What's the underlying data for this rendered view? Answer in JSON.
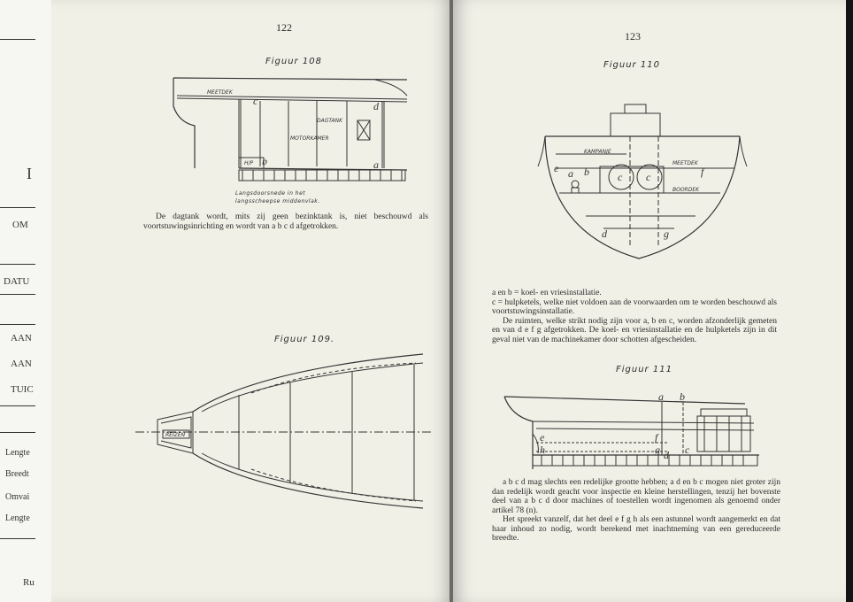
{
  "underlying_page": {
    "letter": "I",
    "labels": [
      "OM",
      "DATU",
      "AAN",
      "AAN",
      "TUIC",
      "Lengte",
      "Breedt",
      "Omvai",
      "Lengte",
      "Ru"
    ]
  },
  "left_page": {
    "page_number": "122",
    "figure_108": {
      "title": "Figuur 108",
      "labels": {
        "meetdek": "MEETDEK",
        "dagtank": "DAGTANK",
        "motorkamer": "MOTORKAMER",
        "hp": "H/P"
      },
      "letters": {
        "a": "a",
        "b": "b",
        "c": "c",
        "d": "d"
      },
      "caption_line1": "Langsdoorsnede in het",
      "caption_line2": "langsscheepse middenvlak."
    },
    "paragraph": "De dagtank wordt, mits zij geen bezinktank is, niet beschouwd als voortstuwingsinrichting en wordt van a b c d afgetrokken.",
    "figure_109": {
      "title": "Figuur 109.",
      "labels": {
        "reizen": "REIZEN"
      }
    }
  },
  "right_page": {
    "page_number": "123",
    "figure_110": {
      "title": "Figuur 110",
      "labels": {
        "kampanje": "KAMPANJE",
        "meetdek": "MEETDEK",
        "boordek": "BOORDEK"
      },
      "letters": {
        "e": "e",
        "a": "a",
        "b": "b",
        "c1": "c",
        "c2": "c",
        "f": "f",
        "d": "d",
        "g": "g"
      }
    },
    "paragraphs_1": [
      "a en b = koel- en vriesinstallatie.",
      "c = hulpketels, welke niet voldoen aan de voorwaarden om te worden beschouwd als voortstuwingsinstallatie.",
      "De ruimten, welke strikt nodig zijn voor a, b en c, worden afzonderlijk gemeten en van d e f g afgetrokken. De koel- en vriesinstallatie en de hulpketels zijn in dit geval niet van de machinekamer door schotten afgescheiden."
    ],
    "figure_111": {
      "title": "Figuur 111",
      "letters": {
        "a": "a",
        "b": "b",
        "c": "c",
        "d": "d",
        "e": "e",
        "f": "f",
        "g": "g",
        "h": "h"
      }
    },
    "paragraphs_2": [
      "a b c d mag slechts een redelijke grootte hebben; a d en b c mogen niet groter zijn dan redelijk wordt geacht voor inspectie en kleine herstellingen, tenzij het bovenste deel van a b c d door machines of toestellen wordt ingenomen als genoemd onder artikel 78 (n).",
      "Het spreekt vanzelf, dat het deel e f g h als een astunnel wordt aangemerkt en dat haar inhoud zo nodig, wordt berekend met inachtneming van een gereduceerde breedte."
    ]
  }
}
